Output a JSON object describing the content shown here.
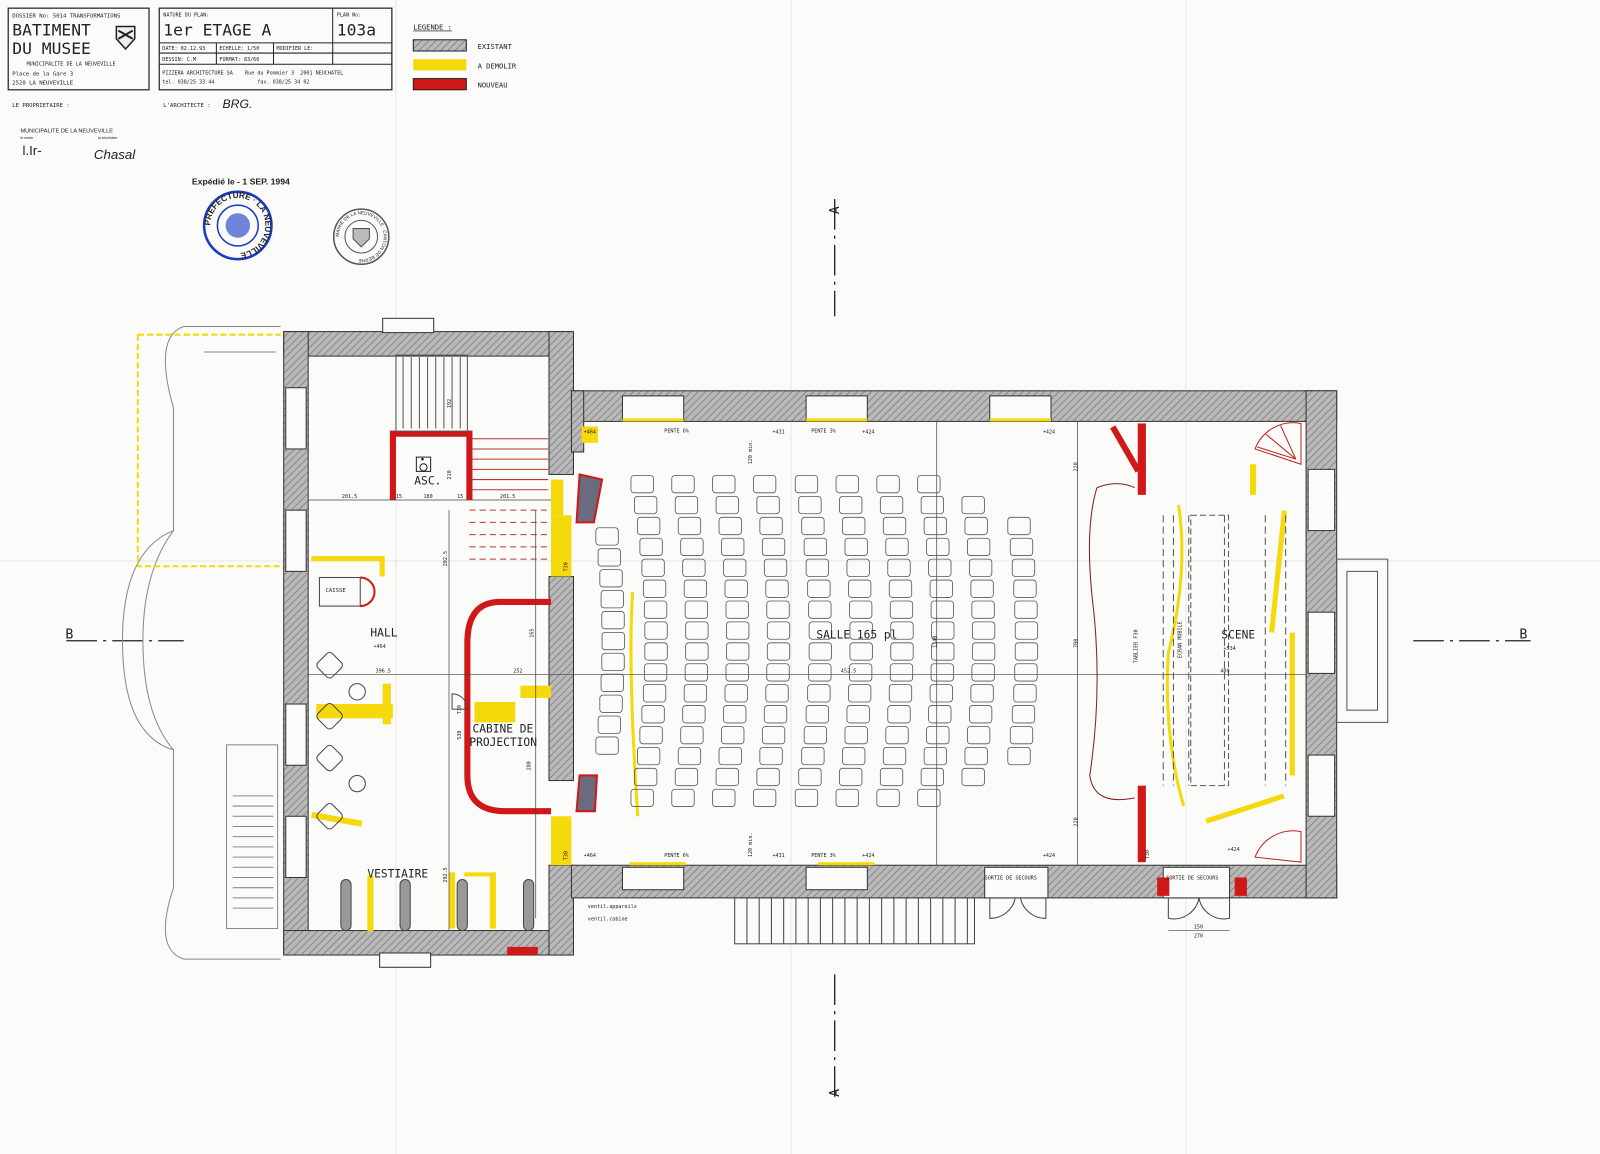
{
  "title_block": {
    "dossier": "DOSSIER No: 5014  TRANSFORMATIONS",
    "building_line1": "BATIMENT",
    "building_line2": "DU MUSEE",
    "owner": "MUNICIPALITE DE LA NEUVEVILLE",
    "address1": "Place de la Gare 3",
    "address2": "2520 LA NEUVEVILLE",
    "nature_label": "NATURE DU PLAN:",
    "nature": "1er ETAGE A",
    "plan_no_label": "PLAN No:",
    "plan_no": "103a",
    "date": "DATE: 02.12.93",
    "scale": "ECHELLE:  1/50",
    "modified": "MODIFIER LE:",
    "drawn_by": "DESSIN:    C.M",
    "format": "FORMAT: 83/60",
    "architect_line1": "PIZZERA ARCHITECTURE SA    Rue du Pommier 3  2001 NEUCHATEL",
    "architect_line2": "tel. 038/25 33 44              fax. 038/25 34 02",
    "owner_label": "LE PROPRIETAIRE :",
    "architect_label": "L'ARCHITECTE :",
    "architect_signature": "BRG."
  },
  "approval": {
    "municipality": "MUNICIPALITE DE LA NEUVEVILLE",
    "mayor_label": "le maire",
    "secretary_label": "la secrétaire",
    "mayor_signature": "l.Ir-",
    "secretary_signature": "Chasal",
    "sent_stamp": "Expédié le  - 1 SEP. 1994",
    "stamp_prefecture": "PRÉFECTURE · LA NEUVEVILLE",
    "stamp_mairie": "MAIRIE DE LA NEUVEVILLE · CANTON DE BERNE"
  },
  "legend": {
    "title": "LEGENDE :",
    "items": [
      {
        "label": "EXISTANT",
        "color": "#a8a8a8"
      },
      {
        "label": "A DEMOLIR",
        "color": "#f5d90a"
      },
      {
        "label": "NOUVEAU",
        "color": "#d01818"
      }
    ]
  },
  "section_marks": {
    "a_top": "A",
    "a_bottom": "A",
    "b_left": "B",
    "b_right": "B"
  },
  "rooms": {
    "asc": "ASC.",
    "caisse": "CAISSE",
    "hall": "HALL",
    "hall_level": "+464",
    "cabine_line1": "CABINE DE",
    "cabine_line2": "PROJECTION",
    "vestiaire": "VESTIAIRE",
    "salle": "SALLE 165 pl",
    "scene": "SCENE",
    "scene_level": "+534"
  },
  "annotations": {
    "levels": [
      "+464",
      "+431",
      "+424",
      "+424",
      "+464",
      "+431",
      "+424",
      "+424",
      "+424"
    ],
    "pente6": "PENTE 6%",
    "pente3": "PENTE 3%",
    "min120": "120 min.",
    "sortie": "SORTIE DE SECOURS",
    "tablier": "TABLIER F30",
    "ecran": "ECRAN MOBILE",
    "t30": "T30",
    "ventil1": "ventil.appareils",
    "ventil2": "ventil.cabine"
  },
  "dimensions": {
    "d2015": "201.5",
    "d15": "15",
    "d180": "180",
    "d3965": "396.5",
    "d252": "252",
    "d4525": "452.5",
    "d700": "700",
    "d220": "220",
    "d400": "400",
    "d2025": "202.5",
    "d2925": "292.5",
    "d530": "530",
    "d280": "280",
    "d210": "210",
    "d192": "192",
    "d165": "165",
    "d150": "150",
    "d270": "270",
    "d1140": "1140"
  }
}
